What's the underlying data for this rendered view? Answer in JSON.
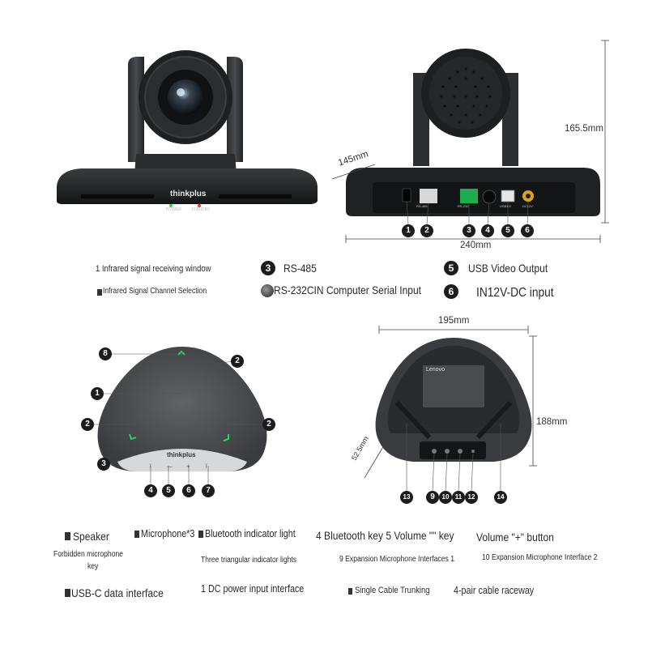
{
  "camera_front": {
    "brand": "thinkplus",
    "power_label": "POWER",
    "standby_label": "STANDBY"
  },
  "camera_back": {
    "dim_depth": "145mm",
    "dim_height": "165.5mm",
    "dim_width": "240mm",
    "port_labels": [
      "RS-485",
      "RS-232",
      "USB3.0",
      "DC12V"
    ],
    "callouts": [
      "1",
      "2",
      "3",
      "4",
      "5",
      "6"
    ]
  },
  "camera_legend": {
    "item1": "1 Infrared signal receiving window",
    "item2": "Infrared Signal Channel Selection",
    "num3": "3",
    "item3": "RS-485",
    "item4": "RS-232CIN Computer Serial Input",
    "num5": "5",
    "item5": "USB Video Output",
    "num6": "6",
    "item6": "IN12V-DC input"
  },
  "speaker_top": {
    "brand": "thinkplus",
    "callouts": {
      "c8": "8",
      "c2a": "2",
      "c1": "1",
      "c2b": "2",
      "c2c": "2",
      "c3": "3",
      "c4": "4",
      "c5": "5",
      "c6": "6",
      "c7": "7"
    }
  },
  "speaker_bottom": {
    "brand": "Lenovo",
    "dim_width": "195mm",
    "dim_height": "188mm",
    "dim_small": "52.5mm",
    "callouts": {
      "c13": "13",
      "c9": "9",
      "c10": "10",
      "c11": "11",
      "c12": "12",
      "c14": "14"
    }
  },
  "speaker_legend": {
    "speaker": "Speaker",
    "microphone": "Microphone*3",
    "bt_light": "Bluetooth indicator light",
    "bt_key": "4 Bluetooth key 5 Volume \"\" key",
    "vol_plus": "Volume \"+\" button",
    "forbidden_1": "Forbidden microphone",
    "forbidden_2": "key",
    "triangle": "Three triangular indicator lights",
    "exp1": "9 Expansion Microphone Interfaces 1",
    "exp2": "10 Expansion Microphone Interface 2",
    "usbc": "USB-C data interface",
    "dc": "1 DC power input interface",
    "single_cable": "Single Cable Trunking",
    "raceway": "4-pair cable raceway"
  }
}
